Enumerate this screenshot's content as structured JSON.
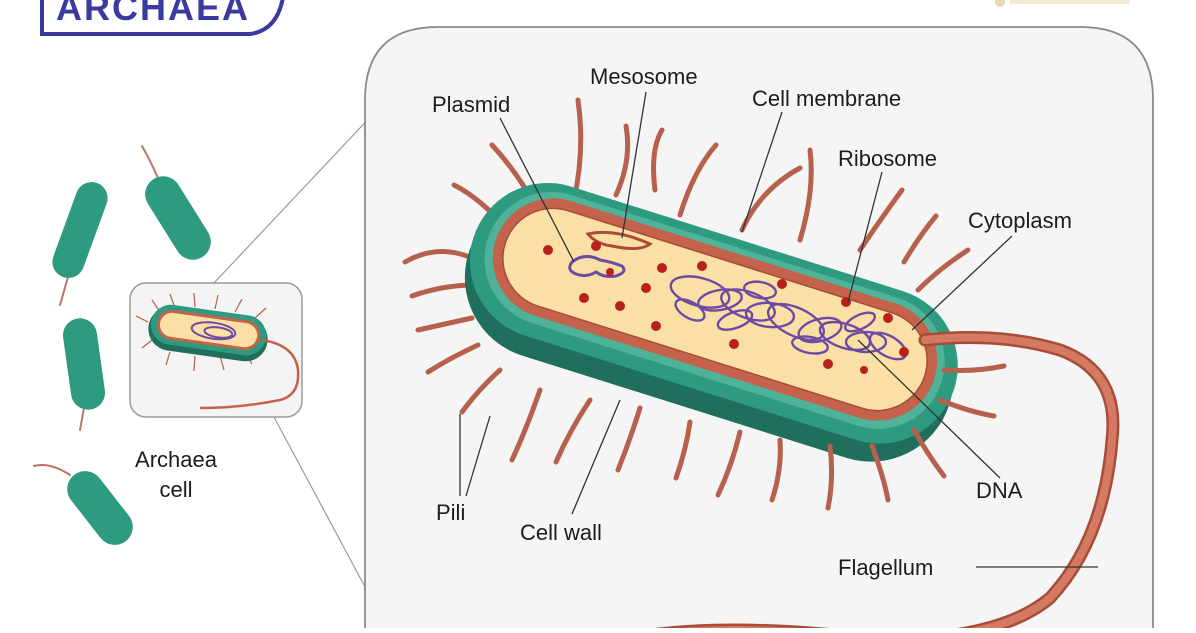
{
  "logo": {
    "text": "ARCHAEA"
  },
  "labels": {
    "archaea_cell_line1": "Archaea",
    "archaea_cell_line2": "cell",
    "plasmid": "Plasmid",
    "mesosome": "Mesosome",
    "cell_membrane": "Cell membrane",
    "ribosome": "Ribosome",
    "cytoplasm": "Cytoplasm",
    "dna": "DNA",
    "pili": "Pili",
    "cell_wall": "Cell wall",
    "flagellum": "Flagellum"
  },
  "colors": {
    "cell_wall": "#2e9a7f",
    "cell_wall_dark": "#1f6f5c",
    "membrane": "#c4624b",
    "cytoplasm": "#fbe0a6",
    "dna": "#6e4ba3",
    "ribosome": "#b8211b",
    "pili": "#b5614d",
    "panel_border": "#8a8a8a",
    "logo_border": "#3a3aa0"
  }
}
